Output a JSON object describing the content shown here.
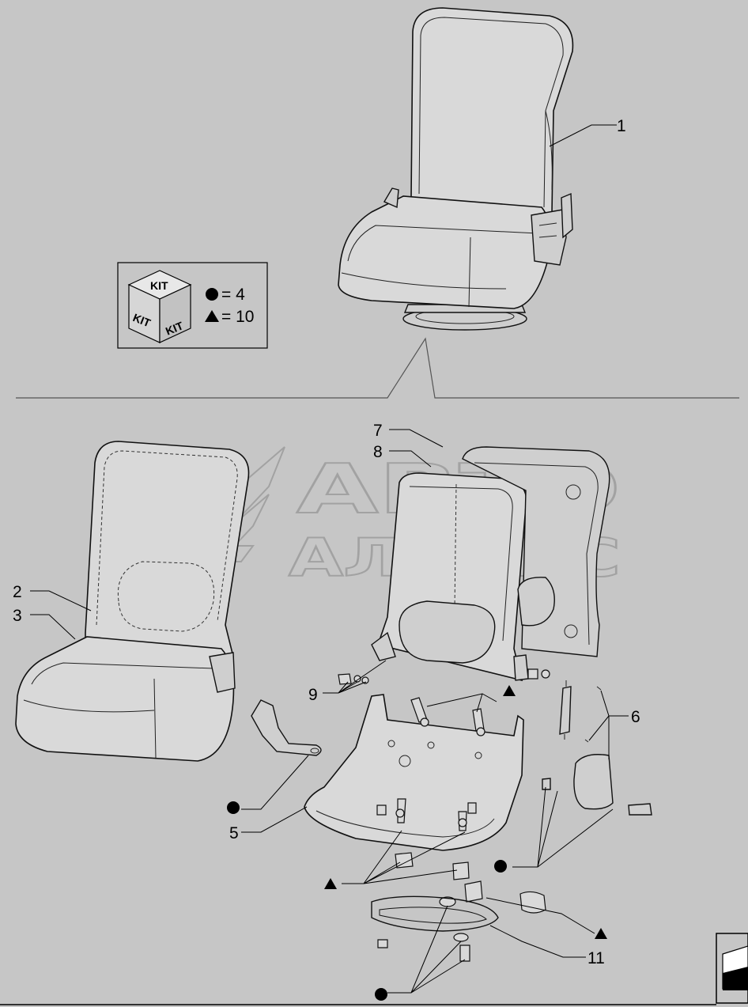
{
  "callouts": [
    {
      "id": "c1",
      "text": "1"
    },
    {
      "id": "c2",
      "text": "2"
    },
    {
      "id": "c3",
      "text": "3"
    },
    {
      "id": "c5",
      "text": "5"
    },
    {
      "id": "c6",
      "text": "6"
    },
    {
      "id": "c7",
      "text": "7"
    },
    {
      "id": "c8",
      "text": "8"
    },
    {
      "id": "c9",
      "text": "9"
    },
    {
      "id": "c11",
      "text": "11"
    }
  ],
  "kit_legend": {
    "box_label": "KIT",
    "circle_qty": "= 4",
    "triangle_qty": "= 10"
  },
  "watermark": {
    "line1": "АВТО",
    "line2": "АЛЬЯНС"
  },
  "colors": {
    "background": "#c6c6c6",
    "line": "#111111",
    "watermark": "#9a9a9a"
  },
  "icons": [
    "kit-cube-icon",
    "circle-marker-icon",
    "triangle-marker-icon",
    "next-page-icon"
  ]
}
